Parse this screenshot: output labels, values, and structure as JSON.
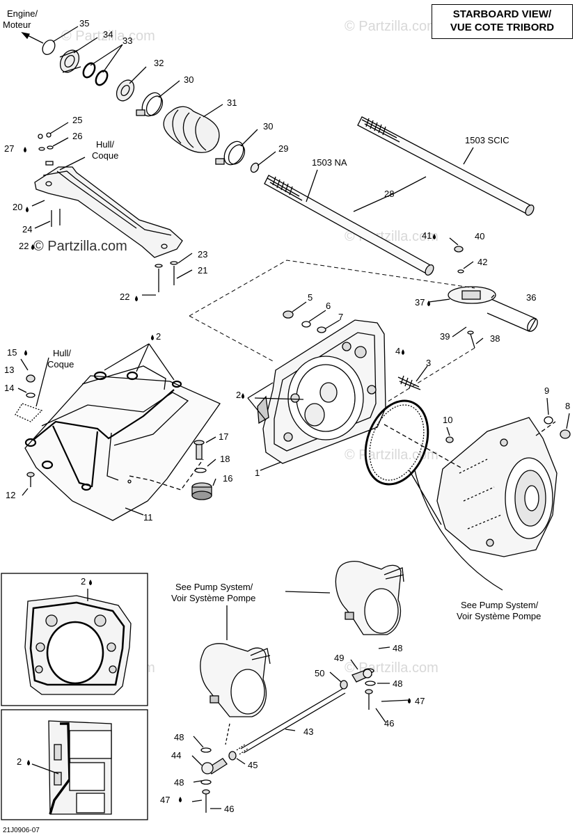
{
  "title": {
    "line1": "STARBOARD VIEW/",
    "line2": "VUE COTE TRIBORD"
  },
  "watermark": "© Partzilla.com",
  "drawing_ref": "21J0906-07",
  "notes": {
    "engine_line1": "Engine/",
    "engine_line2": "Moteur",
    "hull1_line1": "Hull/",
    "hull1_line2": "Coque",
    "hull2_line1": "Hull/",
    "hull2_line2": "Coque",
    "na": "1503 NA",
    "scic": "1503 SCIC",
    "pump1_line1": "See Pump System/",
    "pump1_line2": "Voir Système Pompe",
    "pump2_line1": "See Pump System/",
    "pump2_line2": "Voir Système Pompe"
  },
  "callouts": {
    "c35": "35",
    "c34": "34",
    "c33": "33",
    "c32": "32",
    "c30a": "30",
    "c31": "31",
    "c30b": "30",
    "c29": "29",
    "c28": "28",
    "c25": "25",
    "c26": "26",
    "c27": "27",
    "c20": "20",
    "c24": "24",
    "c22a": "22",
    "c23": "23",
    "c21": "21",
    "c22b": "22",
    "c41": "41",
    "c40": "40",
    "c42": "42",
    "c36": "36",
    "c37": "37",
    "c39": "39",
    "c38": "38",
    "c5": "5",
    "c6": "6",
    "c7": "7",
    "c4": "4",
    "c3": "3",
    "c2a": "2",
    "c2b": "2",
    "c2c": "2",
    "c2d": "2",
    "c1": "1",
    "c15": "15",
    "c13": "13",
    "c14": "14",
    "c12": "12",
    "c11": "11",
    "c17": "17",
    "c18": "18",
    "c16": "16",
    "c9": "9",
    "c8": "8",
    "c10": "10",
    "c48a": "48",
    "c49": "49",
    "c50": "50",
    "c48b": "48",
    "c47a": "47",
    "c46a": "46",
    "c43": "43",
    "c48c": "48",
    "c44": "44",
    "c45": "45",
    "c48d": "48",
    "c47b": "47",
    "c46b": "46"
  },
  "drop_icon": "drop-icon"
}
